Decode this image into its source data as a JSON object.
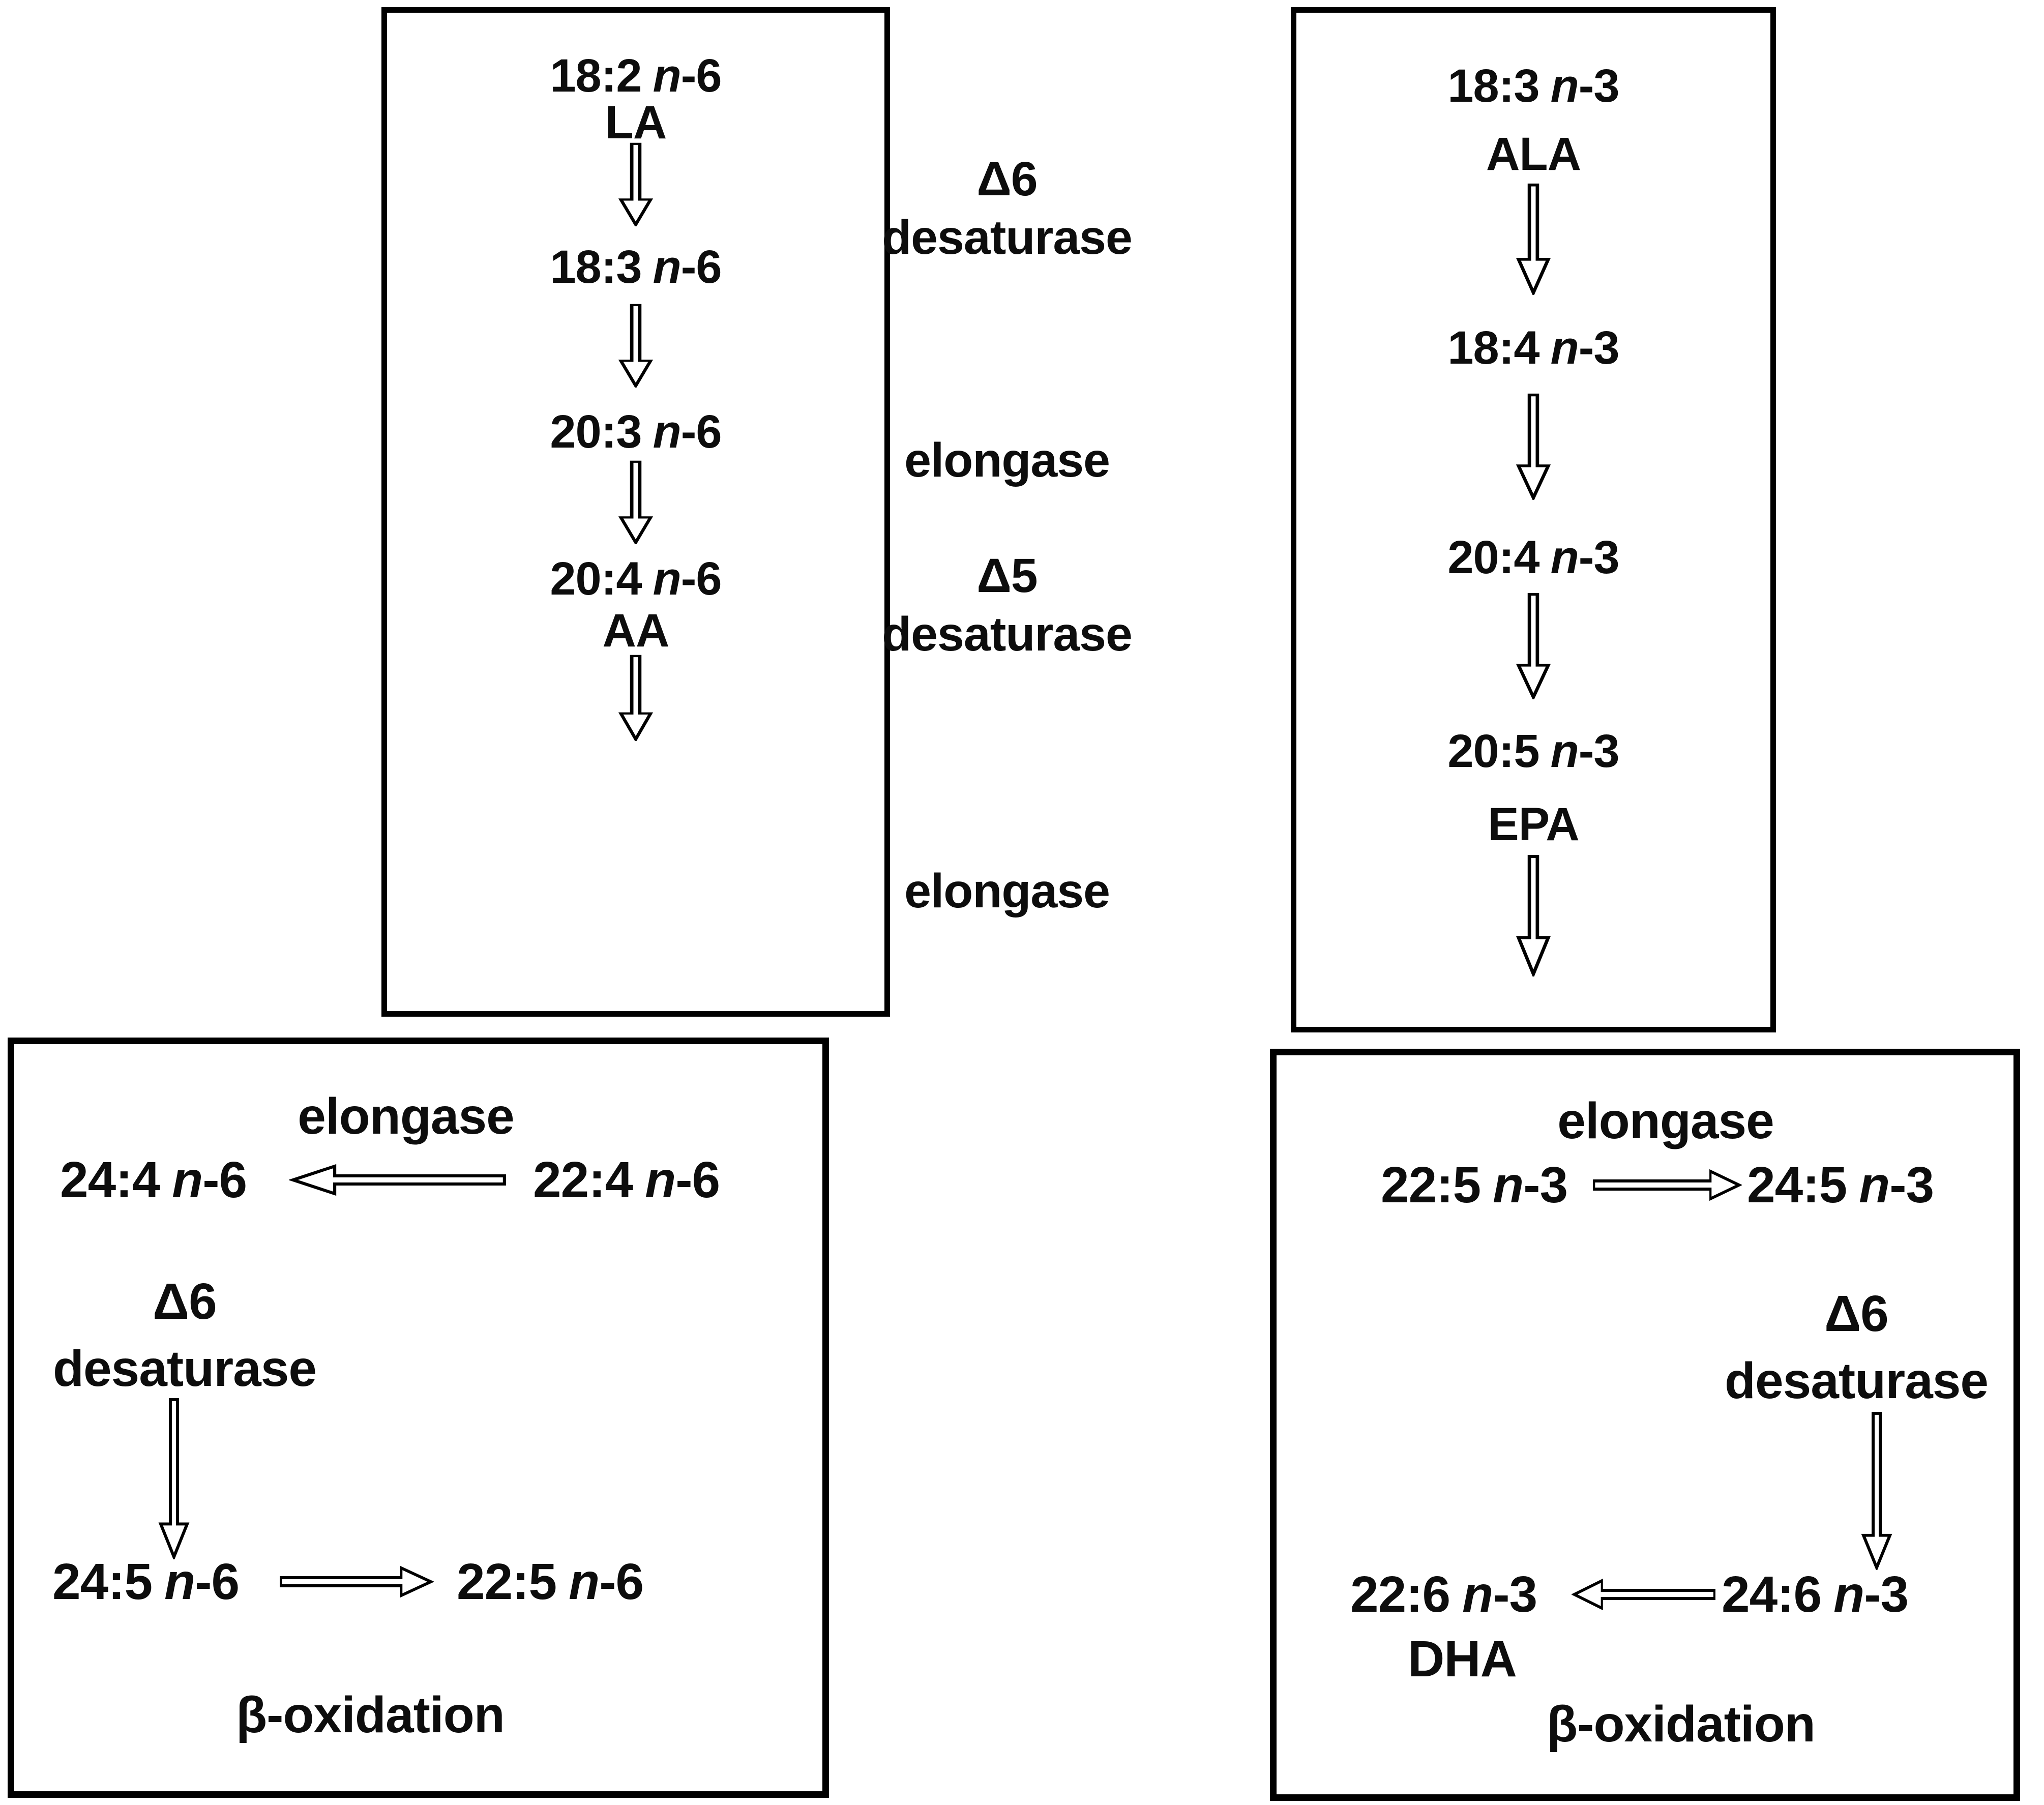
{
  "colors": {
    "ink": "#0d0d0d",
    "border": "#000000",
    "paper": "#ffffff"
  },
  "icons": {
    "down_arrow": "hollow-down-arrow",
    "right_arrow": "hollow-right-arrow",
    "left_arrow": "hollow-left-arrow"
  },
  "n6_upper_box": {
    "steps": [
      {
        "num": "18:2",
        "n": "n",
        "suffix": "-6",
        "abbr": "LA"
      },
      {
        "num": "18:3",
        "n": "n",
        "suffix": "-6"
      },
      {
        "num": "20:3",
        "n": "n",
        "suffix": "-6"
      },
      {
        "num": "20:4",
        "n": "n",
        "suffix": "-6",
        "abbr": "AA"
      }
    ]
  },
  "n3_upper_box": {
    "steps": [
      {
        "num": "18:3",
        "n": "n",
        "suffix": "-3",
        "abbr": "ALA"
      },
      {
        "num": "18:4",
        "n": "n",
        "suffix": "-3"
      },
      {
        "num": "20:4",
        "n": "n",
        "suffix": "-3"
      },
      {
        "num": "20:5",
        "n": "n",
        "suffix": "-3",
        "abbr": "EPA"
      }
    ]
  },
  "center_enzymes": [
    {
      "line1": "Δ6",
      "line2": "desaturase"
    },
    {
      "line1": "elongase"
    },
    {
      "line1": "Δ5",
      "line2": "desaturase"
    },
    {
      "line1": "elongase"
    }
  ],
  "n6_lower_box": {
    "enzyme_top": "elongase",
    "row1": {
      "left": {
        "num": "24:4",
        "n": "n",
        "suffix": "-6"
      },
      "right": {
        "num": "22:4",
        "n": "n",
        "suffix": "-6"
      }
    },
    "enzyme_mid": {
      "line1": "Δ6",
      "line2": "desaturase"
    },
    "row2": {
      "left": {
        "num": "24:5",
        "n": "n",
        "suffix": "-6"
      },
      "right": {
        "num": "22:5",
        "n": "n",
        "suffix": "-6"
      }
    },
    "enzyme_bottom": "β-oxidation"
  },
  "n3_lower_box": {
    "enzyme_top": "elongase",
    "row1": {
      "left": {
        "num": "22:5",
        "n": "n",
        "suffix": "-3"
      },
      "right": {
        "num": "24:5",
        "n": "n",
        "suffix": "-3"
      }
    },
    "enzyme_mid": {
      "line1": "Δ6",
      "line2": "desaturase"
    },
    "row2": {
      "left": {
        "num": "22:6",
        "n": "n",
        "suffix": "-3"
      },
      "right": {
        "num": "24:6",
        "n": "n",
        "suffix": "-3"
      }
    },
    "abbr_dha": "DHA",
    "enzyme_bottom": "β-oxidation"
  }
}
